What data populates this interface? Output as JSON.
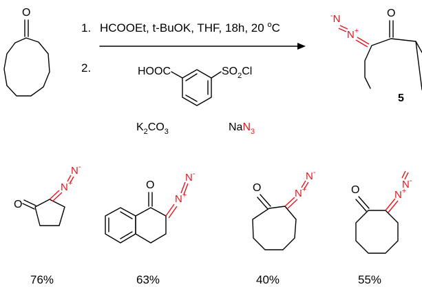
{
  "reaction": {
    "step1_num": "1.",
    "step1_text": "HCOOEt, t-BuOK, THF, 18h, 20 ",
    "step1_degree": "o",
    "step1_unit": "C",
    "step2_num": "2.",
    "reagent_hooc": "HOOC",
    "reagent_so2cl_a": "SO",
    "reagent_so2cl_sub": "2",
    "reagent_so2cl_b": "Cl",
    "base_a": "K",
    "base_sub1": "2",
    "base_b": "CO",
    "base_sub2": "3",
    "azide_a": "Na",
    "azide_b": "N",
    "azide_sub": "3",
    "product_label": "5"
  },
  "atoms": {
    "O": "O",
    "N": "N",
    "minus": "-",
    "plus": "+"
  },
  "examples": [
    {
      "yield": "76%"
    },
    {
      "yield": "63%"
    },
    {
      "yield": "40%"
    },
    {
      "yield": "55%"
    }
  ],
  "colors": {
    "highlight": "#e8141c",
    "ink": "#000000"
  }
}
